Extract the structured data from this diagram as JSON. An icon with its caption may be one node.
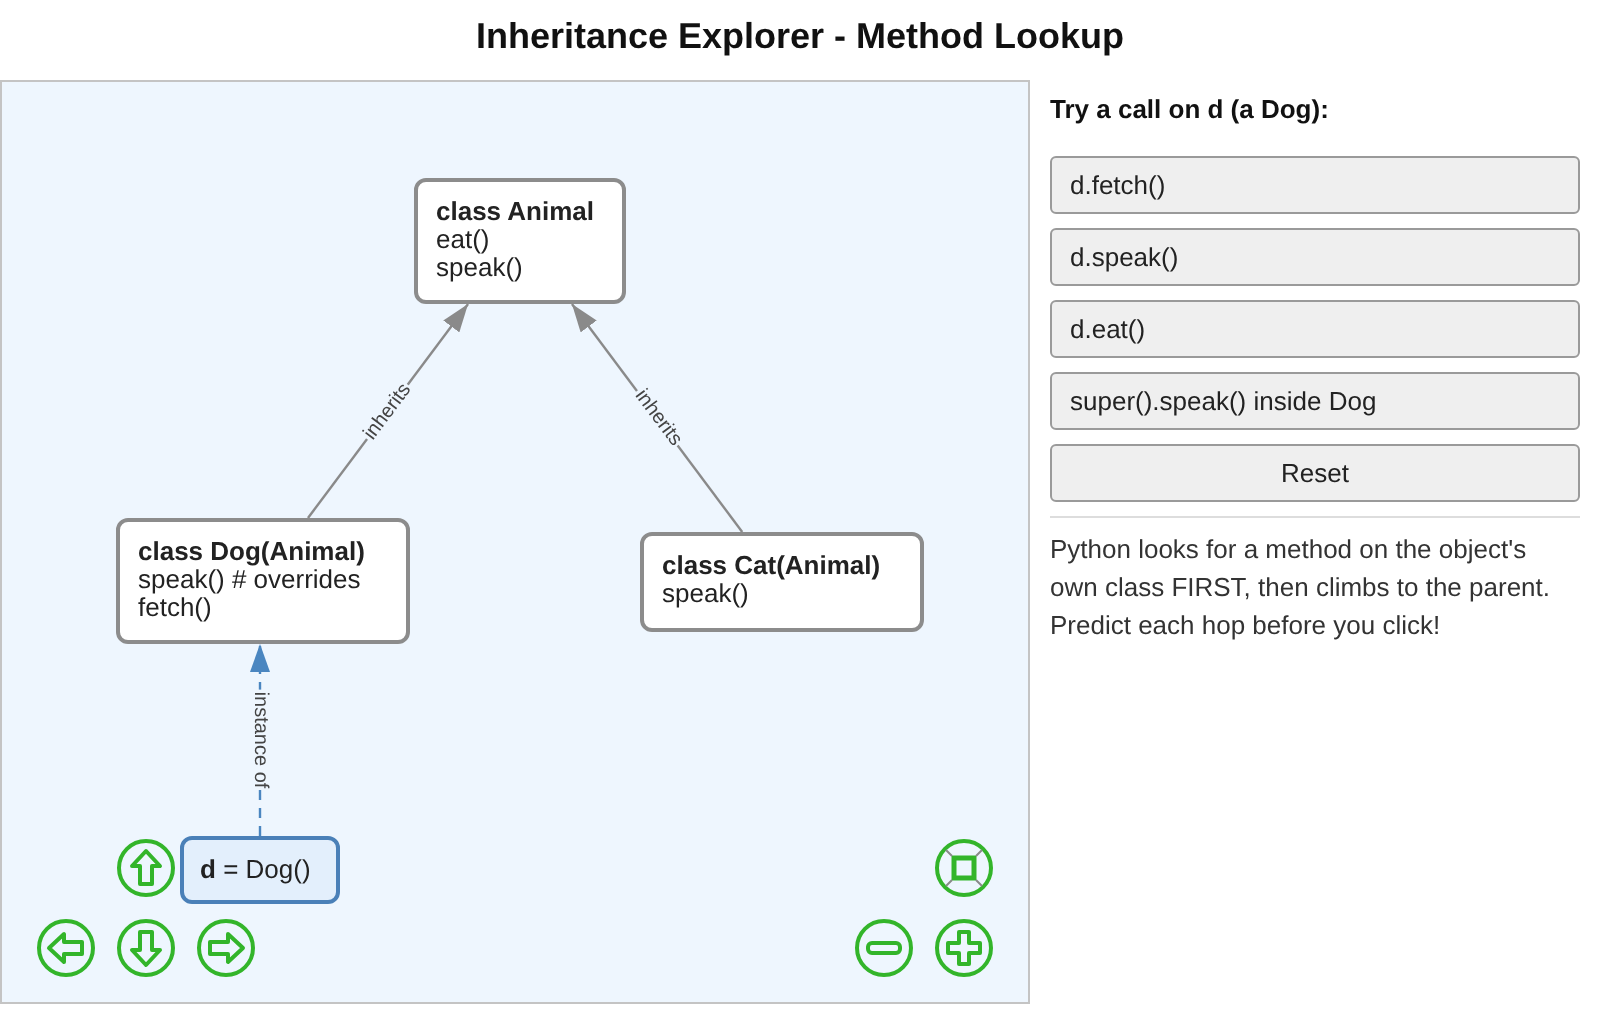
{
  "diagram": {
    "title": "Inheritance Explorer - Method Lookup",
    "nodes": [
      {
        "text": [
          "class Animal",
          "eat()",
          "speak()"
        ]
      },
      {
        "text": [
          "class Dog(Animal)",
          "speak() # overrides",
          "fetch()"
        ]
      },
      {
        "text": [
          "class Cat(Animal)",
          "speak()"
        ]
      },
      {
        "text": [
          "**d** = Dog()"
        ]
      }
    ],
    "edges": [
      {
        "from": 1,
        "to": 0,
        "arrow": "to",
        "label": "inherits"
      },
      {
        "from": 2,
        "to": 0,
        "arrow": "to",
        "label": "inherits"
      },
      {
        "from": 3,
        "to": 1,
        "arrow": "to",
        "label": "instance of",
        "style": "dashed",
        "color": "#4a86c0"
      }
    ],
    "labels": [
      "Try a call on d (a Dog):",
      "d.fetch()",
      "d.speak()",
      "d.eat()",
      "super().speak() inside Dog",
      "Reset",
      "Python looks for a method on the object's own class FIRST, then climbs to the parent. Predict each hop before you click!"
    ]
  }
}
